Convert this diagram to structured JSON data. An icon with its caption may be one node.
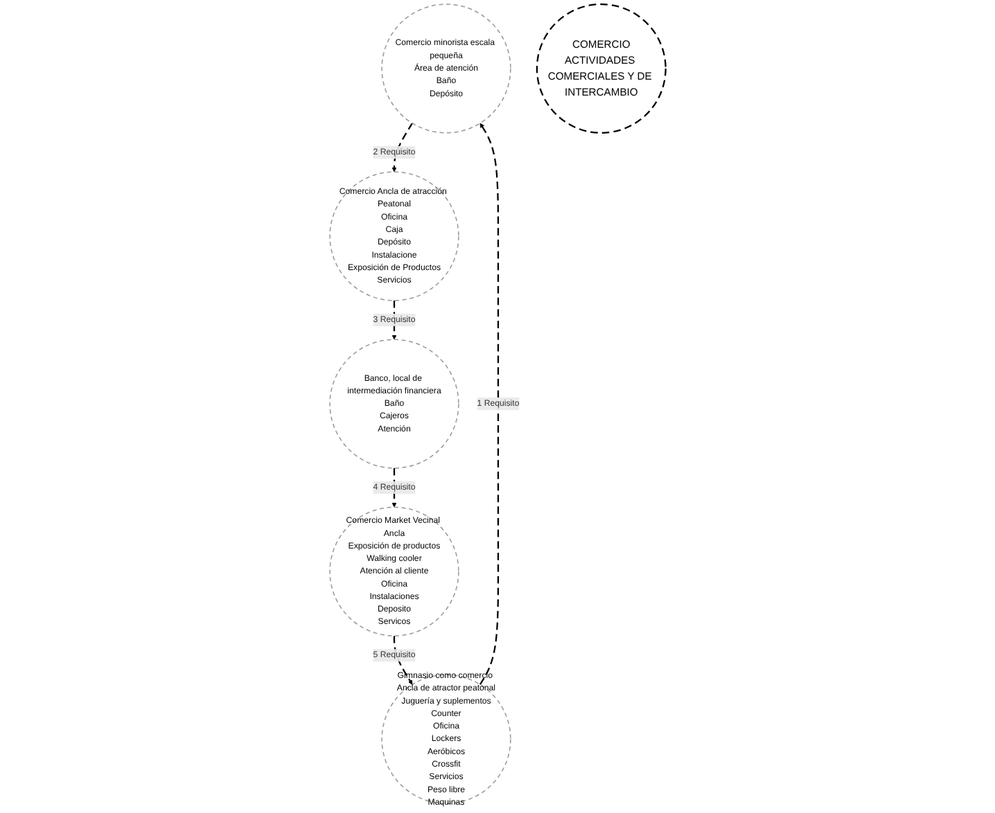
{
  "diagram": {
    "nodes": [
      {
        "text": [
          "Comercio minorista escala pequeña",
          "Área de atención",
          "Baño",
          "Depósito"
        ]
      },
      {
        "text": [
          "Gimnasio como comercio Ancla de atractor peatonal",
          "Juguería y suplementos",
          "Counter",
          "Oficina",
          "Lockers",
          "Aeróbicos",
          "Crossfit",
          "Servicios",
          "Peso libre",
          "Maquinas"
        ]
      },
      {
        "text": [
          "COMERCIO",
          "ACTIVIDADES COMERCIALES Y DE INTERCAMBIO"
        ]
      },
      {
        "text": [
          "Comercio Ancla de atracción Peatonal",
          "Oficina",
          "Caja",
          "Depósito",
          "Instalacione",
          "Exposición de Productos",
          "Servicios"
        ]
      },
      {
        "text": [
          "Comercio Market Vecinal Ancla",
          "Exposición de productos",
          "Walking cooler",
          "Atención al cliente",
          "Oficina",
          "Instalaciones",
          "Deposito",
          "Servicos"
        ]
      },
      {
        "text": [
          "Banco, local de intermediación financiera",
          "Baño",
          "Cajeros",
          "Atención"
        ]
      }
    ],
    "edges": [
      {
        "from": 1,
        "to": 0,
        "arrow": "to",
        "label": "1 Requisito"
      },
      {
        "from": 0,
        "to": 3,
        "arrow": "to",
        "label": "2 Requisito"
      },
      {
        "from": 3,
        "to": 5,
        "arrow": "to",
        "label": "3 Requisito"
      },
      {
        "from": 5,
        "to": 4,
        "arrow": "to",
        "label": "4 Requisito"
      },
      {
        "from": 4,
        "to": 1,
        "arrow": "to",
        "label": "5 Requisito"
      }
    ]
  }
}
